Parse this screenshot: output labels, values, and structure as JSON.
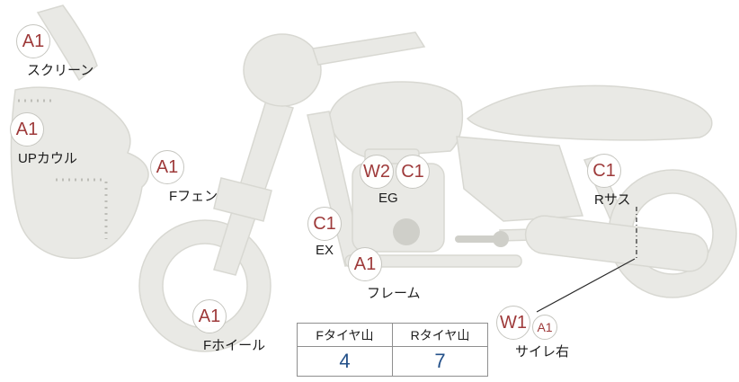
{
  "markers": {
    "screen": {
      "codes": [
        "A1"
      ],
      "label": "スクリーン"
    },
    "up_cowl": {
      "codes": [
        "A1"
      ],
      "label": "UPカウル"
    },
    "f_fender": {
      "codes": [
        "A1"
      ],
      "label": "Fフェン"
    },
    "engine": {
      "codes": [
        "W2",
        "C1"
      ],
      "label": "EG"
    },
    "exhaust": {
      "codes": [
        "C1"
      ],
      "label": "EX"
    },
    "frame": {
      "codes": [
        "A1"
      ],
      "label": "フレーム"
    },
    "f_wheel": {
      "codes": [
        "A1"
      ],
      "label": "Fホイール"
    },
    "r_sus": {
      "codes": [
        "C1"
      ],
      "label": "Rサス"
    },
    "silencer_right": {
      "codes": [
        "W1",
        "A1"
      ],
      "label": "サイレ右"
    }
  },
  "tire_table": {
    "headers": [
      "Fタイヤ山",
      "Rタイヤ山"
    ],
    "values": [
      "4",
      "7"
    ]
  },
  "colors": {
    "code_text": "#9e3a3a",
    "tire_value": "#235089",
    "body_fill": "#e9e9e5",
    "body_stroke": "#d8d8d2"
  }
}
